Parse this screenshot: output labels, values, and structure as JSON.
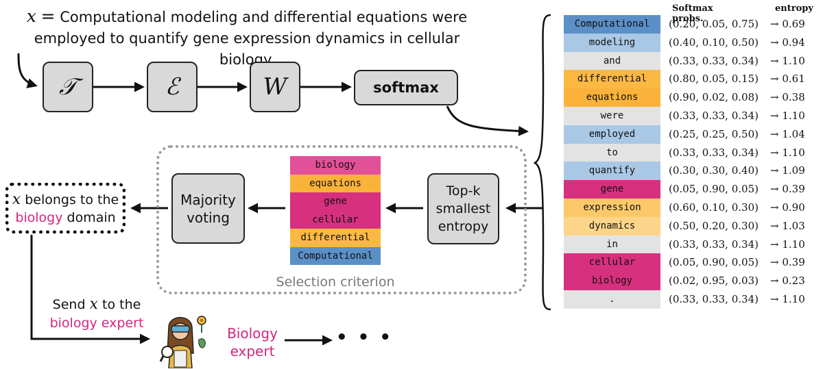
{
  "input": {
    "variable": "x",
    "equals": "=",
    "text_line1": "Computational modeling and differential equations were",
    "text_line2": "employed to quantify gene expression dynamics in cellular biology."
  },
  "pipeline": {
    "op1": "𝒯",
    "op2": "ℰ",
    "op3": "W",
    "softmax": "softmax"
  },
  "table": {
    "header_probs": "Softmax probs.",
    "header_entropy": "entropy",
    "rows": [
      {
        "token": "Computational",
        "probs": "(0.20, 0.05, 0.75)",
        "entropy": "→ 0.69",
        "color": "#5b8fc7"
      },
      {
        "token": "modeling",
        "probs": "(0.40, 0.10, 0.50)",
        "entropy": "→ 0.94",
        "color": "#a9c8e6"
      },
      {
        "token": "and",
        "probs": "(0.33, 0.33, 0.34)",
        "entropy": "→ 1.10",
        "color": "#e3e3e3"
      },
      {
        "token": "differential",
        "probs": "(0.80, 0.05, 0.15)",
        "entropy": "→ 0.61",
        "color": "#fbb944"
      },
      {
        "token": "equations",
        "probs": "(0.90, 0.02, 0.08)",
        "entropy": "→ 0.38",
        "color": "#fbb23a"
      },
      {
        "token": "were",
        "probs": "(0.33, 0.33, 0.34)",
        "entropy": "→ 1.10",
        "color": "#e3e3e3"
      },
      {
        "token": "employed",
        "probs": "(0.25, 0.25, 0.50)",
        "entropy": "→ 1.04",
        "color": "#a9c8e6"
      },
      {
        "token": "to",
        "probs": "(0.33, 0.33, 0.34)",
        "entropy": "→ 1.10",
        "color": "#e3e3e3"
      },
      {
        "token": "quantify",
        "probs": "(0.30, 0.30, 0.40)",
        "entropy": "→ 1.09",
        "color": "#a9c8e6"
      },
      {
        "token": "gene",
        "probs": "(0.05, 0.90, 0.05)",
        "entropy": "→ 0.39",
        "color": "#d6307f"
      },
      {
        "token": "expression",
        "probs": "(0.60, 0.10, 0.30)",
        "entropy": "→ 0.90",
        "color": "#fcc96a"
      },
      {
        "token": "dynamics",
        "probs": "(0.50, 0.20, 0.30)",
        "entropy": "→ 1.03",
        "color": "#fcd58a"
      },
      {
        "token": "in",
        "probs": "(0.33, 0.33, 0.34)",
        "entropy": "→ 1.10",
        "color": "#e3e3e3"
      },
      {
        "token": "cellular",
        "probs": "(0.05, 0.90, 0.05)",
        "entropy": "→ 0.39",
        "color": "#d6307f"
      },
      {
        "token": "biology",
        "probs": "(0.02, 0.95, 0.03)",
        "entropy": "→ 0.23",
        "color": "#d6307f"
      },
      {
        "token": ".",
        "probs": "(0.33, 0.33, 0.34)",
        "entropy": "→ 1.10",
        "color": "#e3e3e3"
      }
    ]
  },
  "topk": {
    "label_line1": "Top-k",
    "label_line2": "smallest",
    "label_line3": "entropy"
  },
  "selected": [
    {
      "token": "biology",
      "color": "#e2509a"
    },
    {
      "token": "equations",
      "color": "#fbb23a"
    },
    {
      "token": "gene",
      "color": "#d6307f"
    },
    {
      "token": "cellular",
      "color": "#d6307f"
    },
    {
      "token": "differential",
      "color": "#fbb944"
    },
    {
      "token": "Computational",
      "color": "#5b8fc7"
    }
  ],
  "selection_caption": "Selection criterion",
  "voting": {
    "line1": "Majority",
    "line2": "voting"
  },
  "decision": {
    "var": "x",
    "text1": " belongs to the",
    "domain": "biology",
    "text2": " domain"
  },
  "send": {
    "prefix": "Send ",
    "var": "x",
    "suffix": " to the",
    "line2": "biology expert"
  },
  "expert": {
    "line1": "Biology",
    "line2": "expert"
  },
  "ellipsis": "• • •",
  "colors": {
    "accent": "#d4267f",
    "box_fill": "#d9d9d9"
  }
}
